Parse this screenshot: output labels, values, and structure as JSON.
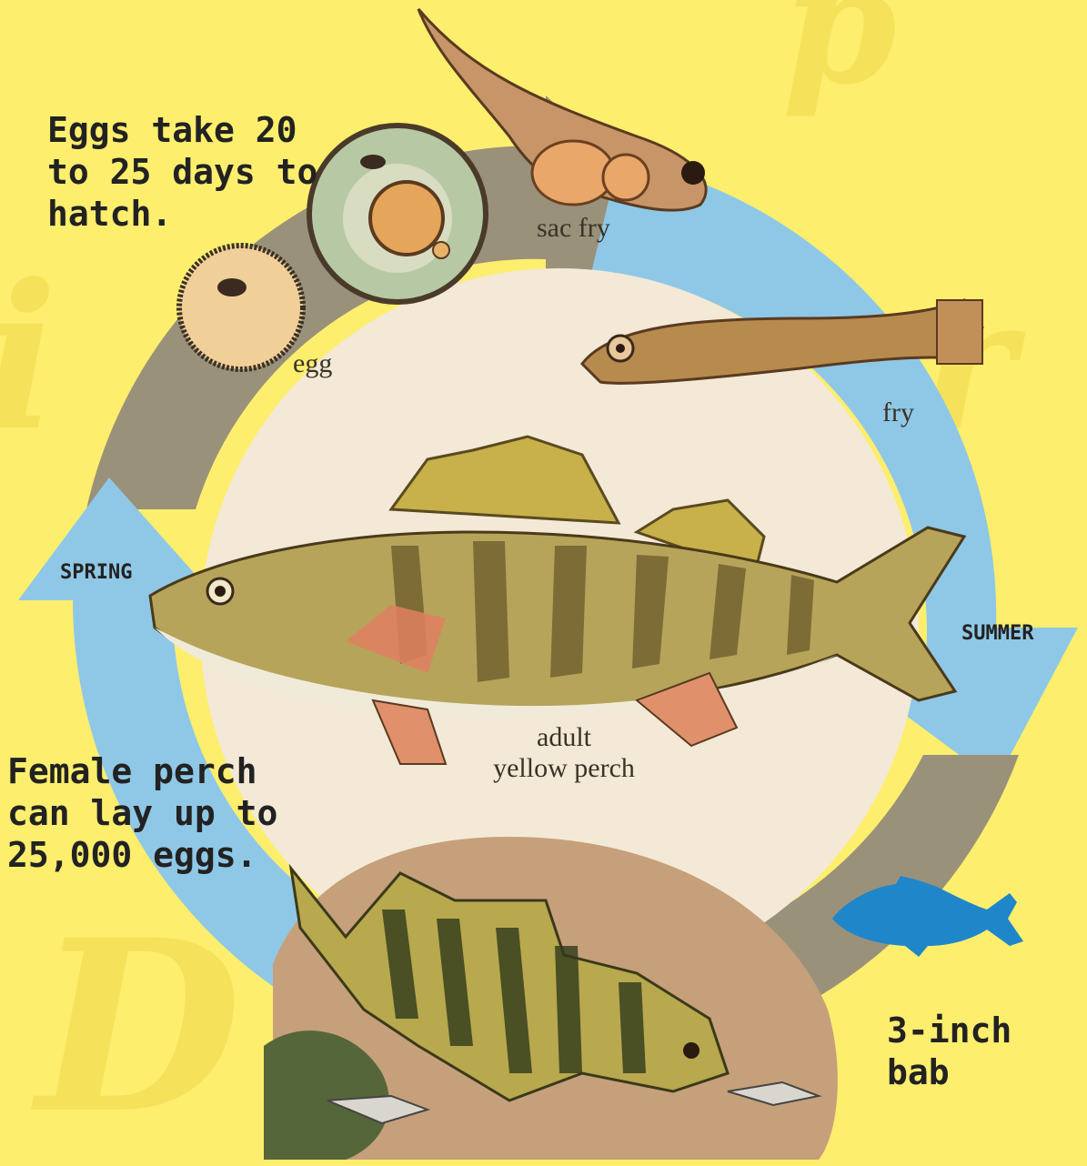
{
  "notes": {
    "eggs_hatch": "Eggs take 20\nto 25 days to\nhatch.",
    "female_eggs": "Female perch\ncan lay up to\n25,000 eggs.",
    "baby": "3-inch bab"
  },
  "seasons": {
    "spring": "SPRING",
    "summer": "SUMMER"
  },
  "stages": {
    "egg": "egg",
    "sac_fry": "sac fry",
    "fry": "fry",
    "adult": "adult\nyellow perch"
  },
  "colors": {
    "background": "#fdee6e",
    "gray_arrow": "#9a917a",
    "blue_arrow": "#8fc8e6",
    "inner_circle": "#f3e9d6",
    "baby_fish": "#1f86c9"
  }
}
